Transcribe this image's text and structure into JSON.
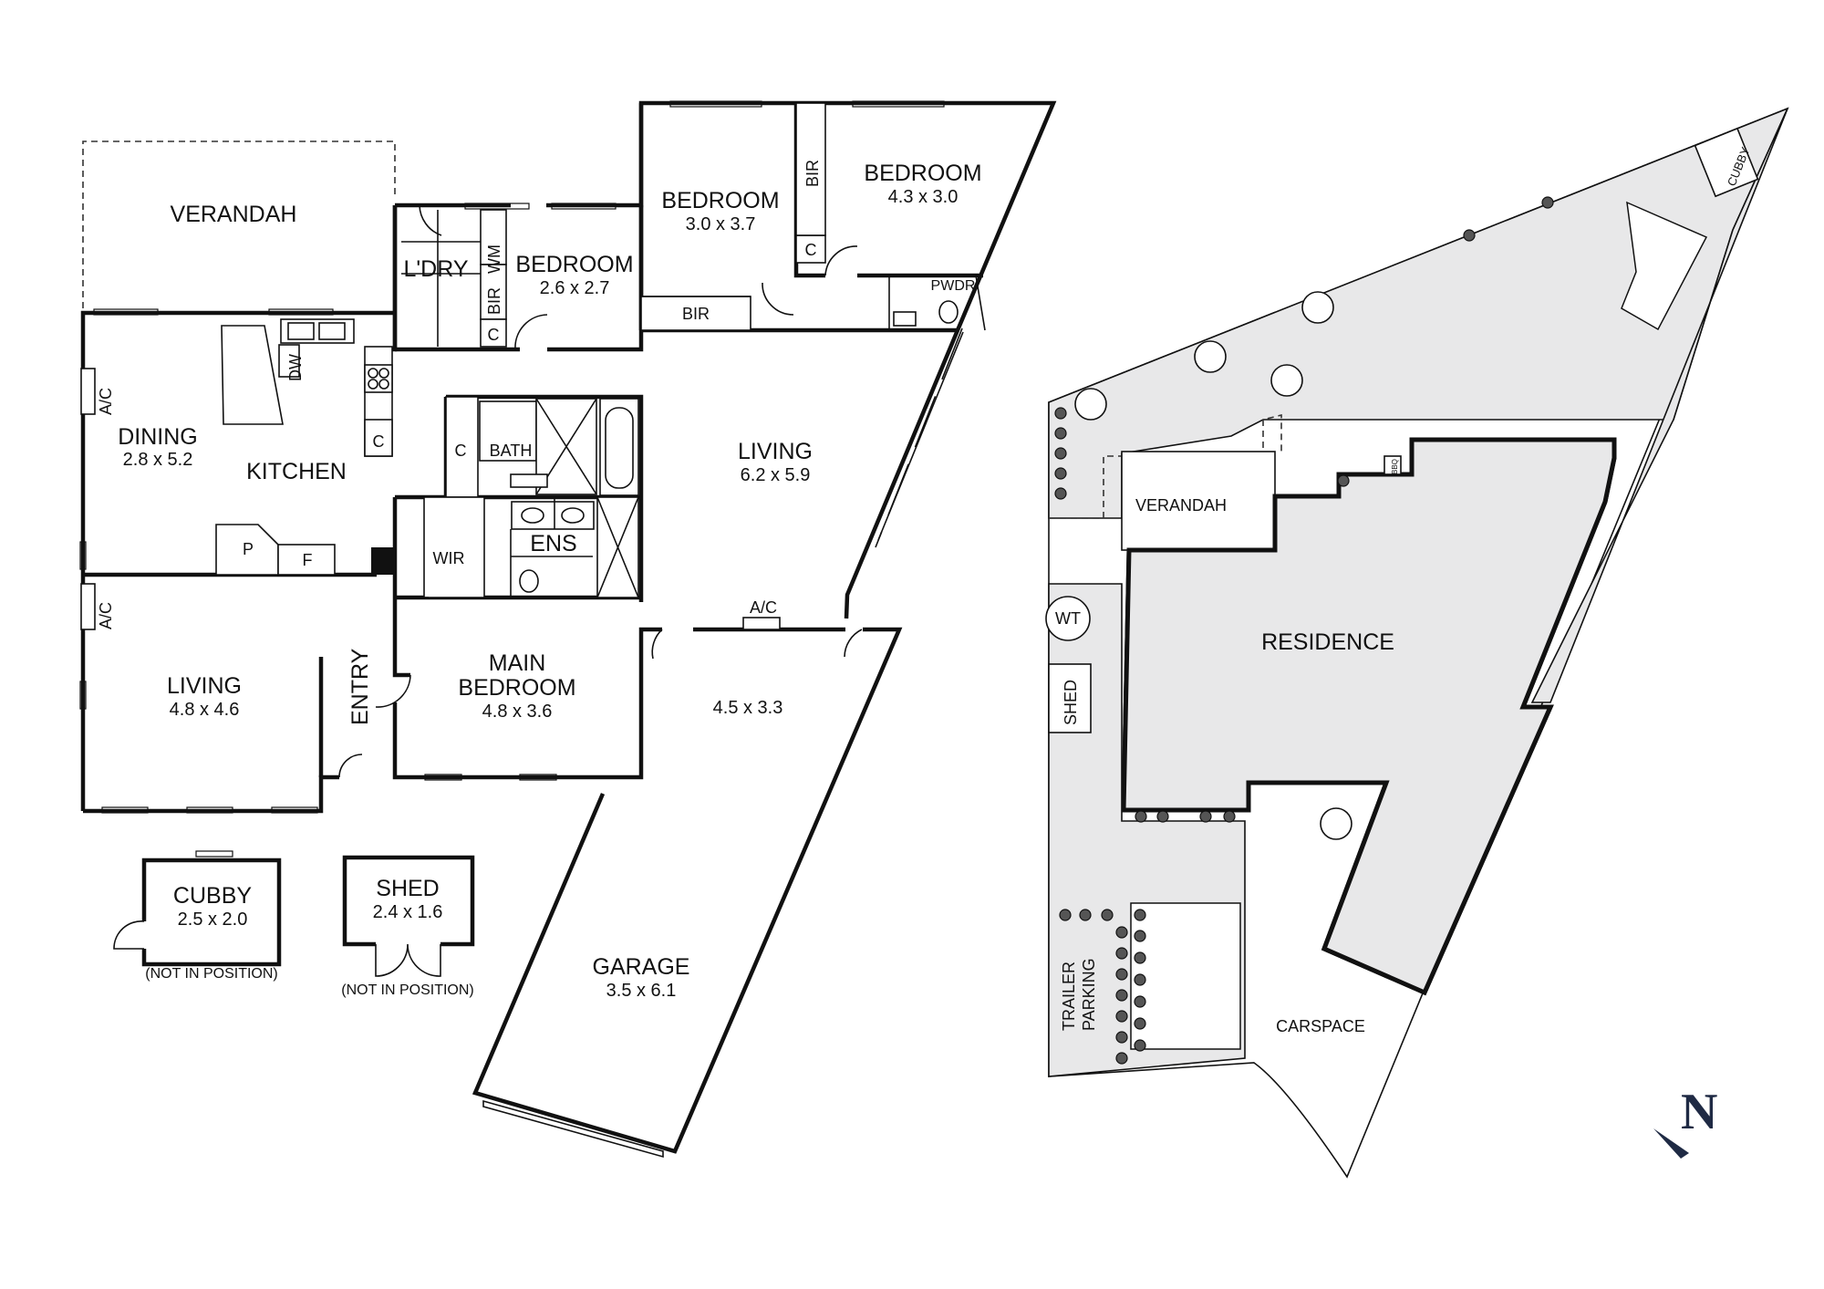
{
  "floor_plan": {
    "verandah": "VERANDAH",
    "laundry": "L'DRY",
    "wm": "WM",
    "bir": "BIR",
    "c": "C",
    "bedroom_small": {
      "name": "BEDROOM",
      "size": "2.6 x 2.7"
    },
    "bedroom_mid": {
      "name": "BEDROOM",
      "size": "3.0 x 3.7"
    },
    "bedroom_large": {
      "name": "BEDROOM",
      "size": "4.3 x 3.0"
    },
    "pwdr": "PWDR",
    "dw": "DW",
    "ac": "A/C",
    "dining": {
      "name": "DINING",
      "size": "2.8 x 5.2"
    },
    "kitchen": "KITCHEN",
    "pantry": "P",
    "fridge": "F",
    "bath": "BATH",
    "wir": "WIR",
    "ens": "ENS",
    "living_main": {
      "name": "LIVING",
      "size": "6.2 x 5.9"
    },
    "living_front": {
      "name": "LIVING",
      "size": "4.8 x 4.6"
    },
    "entry": "ENTRY",
    "main_bedroom": {
      "line1": "MAIN",
      "line2": "BEDROOM",
      "size": "4.8 x 3.6"
    },
    "room_unlabelled_size": "4.5 x 3.3",
    "garage": {
      "name": "GARAGE",
      "size": "3.5 x 6.1"
    },
    "cubby": {
      "name": "CUBBY",
      "size": "2.5 x 2.0",
      "note": "(NOT IN POSITION)"
    },
    "shed": {
      "name": "SHED",
      "size": "2.4 x 1.6",
      "note": "(NOT IN POSITION)"
    }
  },
  "site_plan": {
    "cubby": "CUBBY",
    "verandah": "VERANDAH",
    "residence": "RESIDENCE",
    "wt": "WT",
    "shed": "SHED",
    "trailer_line1": "TRAILER",
    "trailer_line2": "PARKING",
    "carspace": "CARSPACE",
    "bbq": "BBQ"
  },
  "compass": {
    "letter": "N"
  }
}
